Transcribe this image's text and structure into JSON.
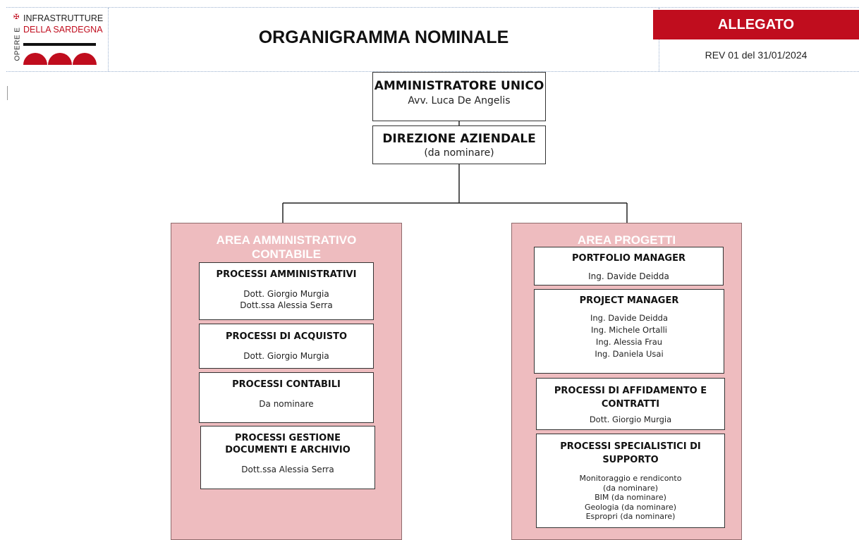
{
  "header": {
    "logo": {
      "vertical_text": "OPERE E",
      "line1": "INFRASTRUTTURE",
      "line2": "DELLA SARDEGNA",
      "colors": {
        "red": "#c00d1e",
        "dark": "#111111"
      }
    },
    "title": "ORGANIGRAMMA NOMINALE",
    "badge": "ALLEGATO",
    "revision": "REV 01 del 31/01/2024"
  },
  "top": [
    {
      "title": "AMMINISTRATORE UNICO",
      "name": "Avv. Luca De Angelis"
    },
    {
      "title": "DIREZIONE AZIENDALE",
      "name": "(da nominare)"
    }
  ],
  "areas": {
    "left": {
      "title": "AREA AMMINISTRATIVO CONTABILE",
      "boxes": [
        {
          "title": "PROCESSI AMMINISTRATIVI",
          "lines": [
            "Dott. Giorgio Murgia",
            "Dott.ssa Alessia Serra"
          ]
        },
        {
          "title": "PROCESSI DI ACQUISTO",
          "lines": [
            "Dott. Giorgio Murgia"
          ]
        },
        {
          "title": "PROCESSI CONTABILI",
          "lines": [
            "Da nominare"
          ]
        },
        {
          "title": "PROCESSI GESTIONE DOCUMENTI E ARCHIVIO",
          "lines": [
            "Dott.ssa Alessia Serra"
          ]
        }
      ]
    },
    "right": {
      "title": "AREA PROGETTI",
      "boxes": [
        {
          "title": "PORTFOLIO MANAGER",
          "lines": [
            "Ing. Davide Deidda"
          ]
        },
        {
          "title": "PROJECT MANAGER",
          "lines": [
            "Ing. Davide Deidda",
            "Ing. Michele Ortalli",
            "Ing. Alessia Frau",
            "Ing. Daniela Usai"
          ]
        },
        {
          "title": "PROCESSI DI AFFIDAMENTO E CONTRATTI",
          "lines": [
            "Dott. Giorgio Murgia"
          ]
        },
        {
          "title": "PROCESSI SPECIALISTICI DI SUPPORTO",
          "lines": [
            "Monitoraggio e rendiconto",
            "(da nominare)",
            "BIM (da nominare)",
            "Geologia (da nominare)",
            "Espropri (da nominare)"
          ]
        }
      ]
    }
  },
  "colors": {
    "area_fill": "#eebcbf",
    "accent_red": "#c00d1e"
  }
}
